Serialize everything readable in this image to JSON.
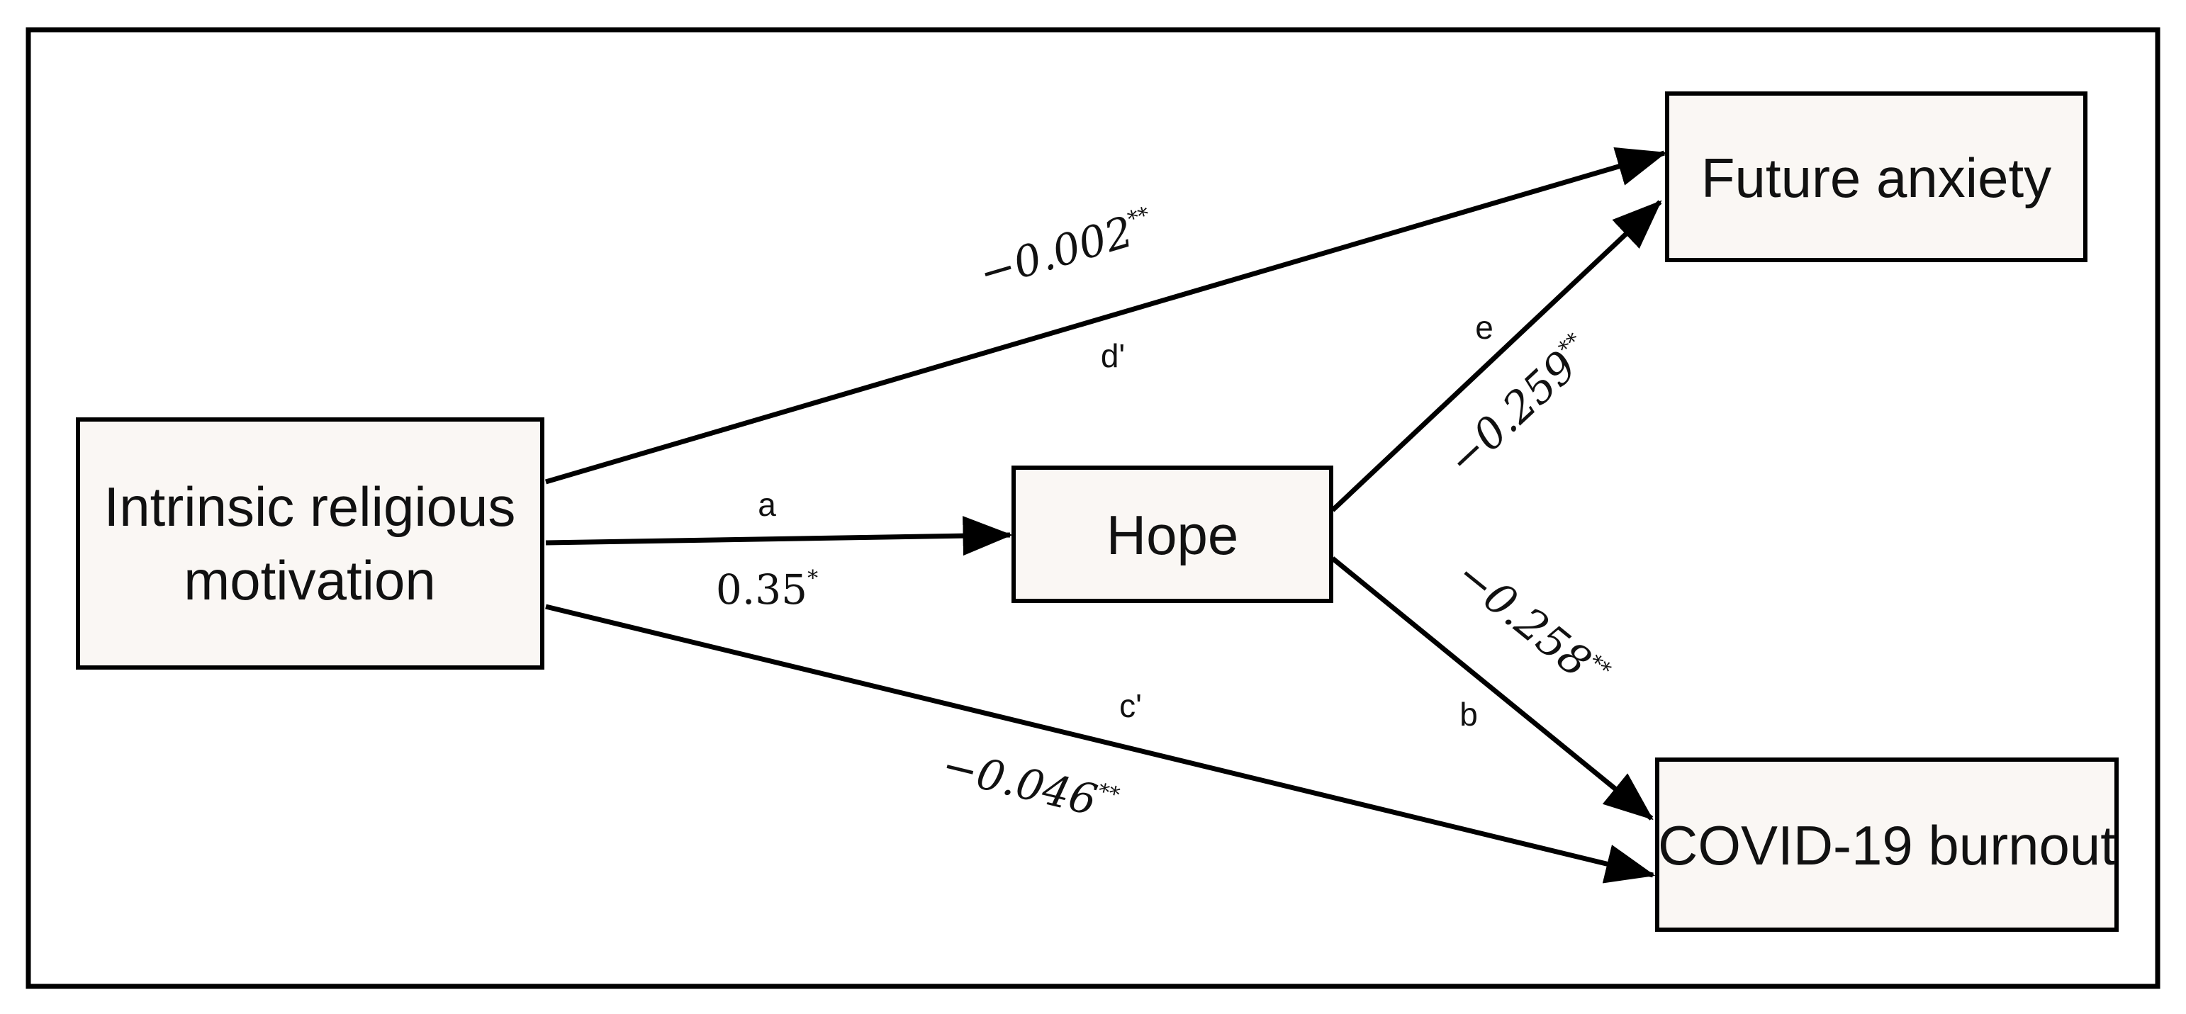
{
  "nodes": {
    "irm": {
      "line1": "Intrinsic religious",
      "line2": "motivation"
    },
    "hope": {
      "label": "Hope"
    },
    "future_anxiety": {
      "label": "Future anxiety"
    },
    "covid_burnout": {
      "label": "COVID-19 burnout"
    }
  },
  "paths": {
    "a": {
      "letter": "a",
      "coef": "0.35",
      "sig": "*"
    },
    "b": {
      "letter": "b",
      "coef": "−0.258",
      "sig": "**"
    },
    "c_prime": {
      "letter": "c'",
      "coef": "−0.046",
      "sig": "**"
    },
    "d_prime": {
      "letter": "d'",
      "coef": "−0.002",
      "sig": "**"
    },
    "e": {
      "letter": "e",
      "coef": "−0.259",
      "sig": "**"
    }
  }
}
